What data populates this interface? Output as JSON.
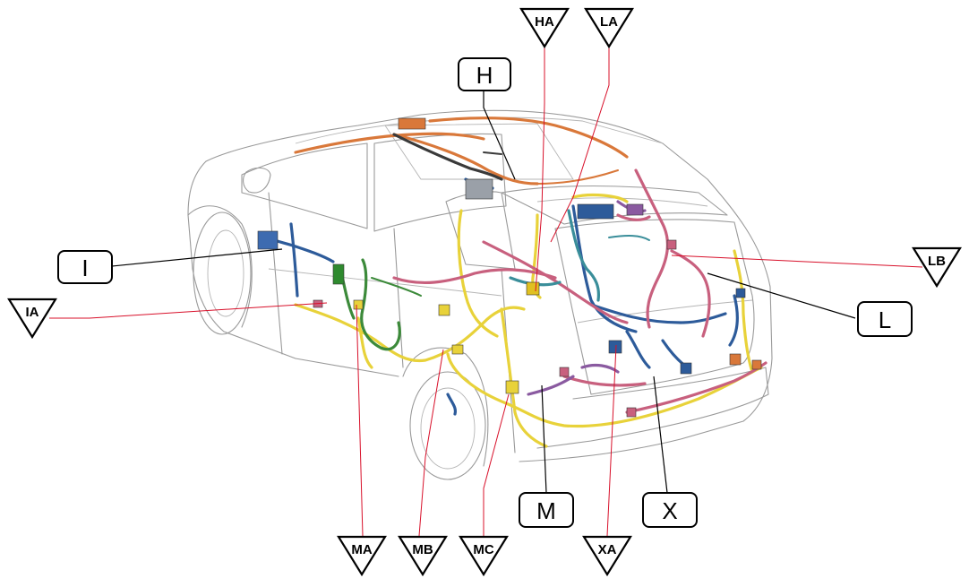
{
  "box_labels": {
    "H": "H",
    "I": "I",
    "L": "L",
    "M": "M",
    "X": "X"
  },
  "triangle_labels": {
    "HA": "HA",
    "LA": "LA",
    "LB": "LB",
    "IA": "IA",
    "MA": "MA",
    "MB": "MB",
    "MC": "MC",
    "XA": "XA"
  },
  "colors": {
    "harness_yellow": "#e8d23a",
    "harness_blue": "#2d5b9a",
    "harness_pink": "#c8607e",
    "harness_orange": "#d9783a",
    "harness_green": "#3c8a3a",
    "harness_teal": "#3a8e9a",
    "harness_purple": "#8a5aa0",
    "leader_red": "#d8102a",
    "car_outline": "#9a9a9a"
  }
}
